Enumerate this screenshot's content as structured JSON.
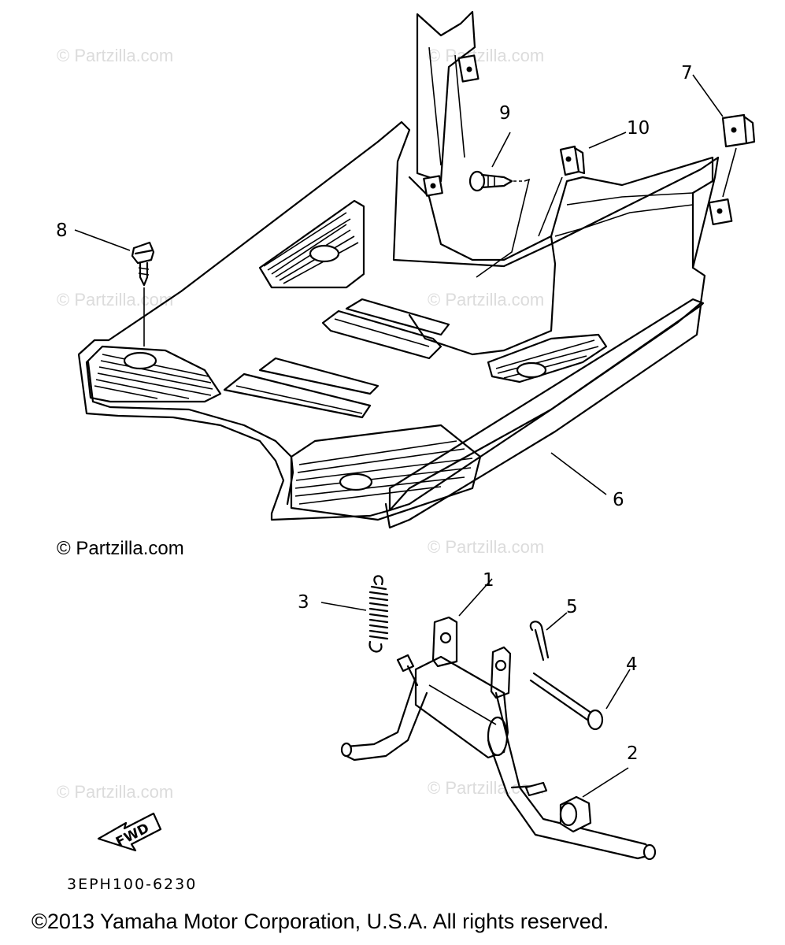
{
  "watermarks": [
    "© Partzilla.com",
    "© Partzilla.com",
    "© Partzilla.com",
    "© Partzilla.com",
    "© Partzilla.com",
    "© Partzilla.com",
    "© Partzilla.com",
    "© Partzilla.com"
  ],
  "callouts": {
    "c1": "1",
    "c2": "2",
    "c3": "3",
    "c4": "4",
    "c5": "5",
    "c6": "6",
    "c7": "7",
    "c8": "8",
    "c9": "9",
    "c10": "10"
  },
  "fwd_label": "FWD",
  "diagram_code": "3EPH100-6230",
  "copyright": "©2013 Yamaha Motor Corporation, U.S.A. All rights reserved.",
  "icons": {
    "fwd_arrow": "fwd-arrow-icon"
  }
}
